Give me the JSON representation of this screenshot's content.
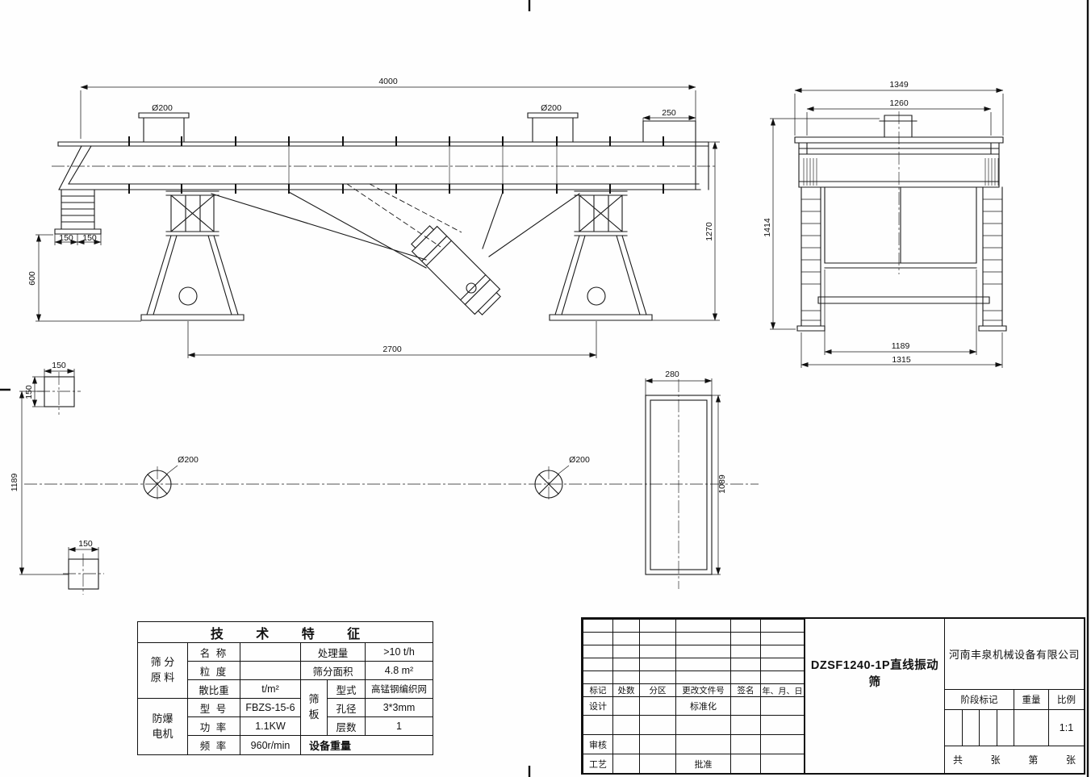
{
  "sheet": {
    "background": "#ffffff",
    "line_color": "#1a1a1a",
    "product_name": "DZSF1240-1P直线振动筛",
    "company": "河南丰泉机械设备有限公司"
  },
  "dims_side": {
    "overall_length": "4000",
    "inlet_left_dia": "Ø200",
    "inlet_right_dia": "Ø200",
    "outlet_width": "250",
    "body_height": "1270",
    "foot_left": "150",
    "foot_right": "150",
    "base_height": "600",
    "support_span": "2700"
  },
  "dims_end": {
    "overall_width": "1349",
    "inner_width": "1260",
    "overall_height": "1414",
    "base_inner_width": "1189",
    "base_outer_width": "1315"
  },
  "dims_plan": {
    "anchor_top_w": "150",
    "anchor_top_h": "150",
    "anchor_span": "1189",
    "hole_left_dia": "Ø200",
    "hole_right_dia": "Ø200",
    "discharge_width": "280",
    "discharge_length": "1089",
    "anchor_bottom_w": "150"
  },
  "tech_table": {
    "title": "技 术 特 征",
    "material_group_l1": "筛 分",
    "material_group_l2": "原 料",
    "name_label": "名 称",
    "size_label": "粒 度",
    "density_label": "散比重",
    "density_value": "t/m²",
    "capacity_label": "处理量",
    "capacity_value": ">10 t/h",
    "area_label": "筛分面积",
    "area_value": "4.8 m²",
    "screen_group_l1": "筛",
    "screen_group_l2": "板",
    "type_label": "型式",
    "type_value": "高锰钢编织网",
    "hole_label": "孔径",
    "hole_value": "3*3mm",
    "layer_label": "层数",
    "layer_value": "1",
    "motor_group_l1": "防爆",
    "motor_group_l2": "电机",
    "model_label": "型 号",
    "model_value": "FBZS-15-6",
    "power_label": "功 率",
    "power_value": "1.1KW",
    "freq_label": "频 率",
    "freq_value": "960r/min",
    "weight_label": "设备重量"
  },
  "title_block": {
    "rev_headers": [
      "标记",
      "处数",
      "分区",
      "更改文件号",
      "签名",
      "年、月、日"
    ],
    "design": "设计",
    "standardization": "标准化",
    "audit": "审核",
    "craft": "工艺",
    "approve": "批准",
    "stage_mark": "阶段标记",
    "weight": "重量",
    "scale": "比例",
    "scale_value": "1:1",
    "sheet_total_label": "共",
    "sheet_unit1": "张",
    "sheet_no_label": "第",
    "sheet_unit2": "张"
  }
}
